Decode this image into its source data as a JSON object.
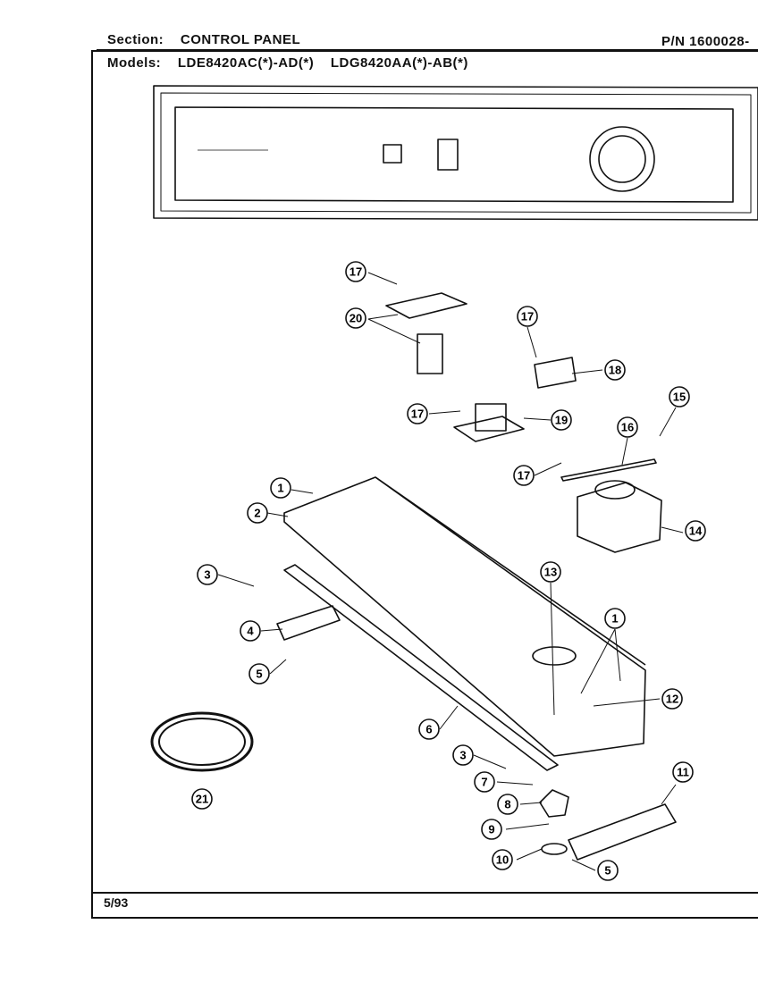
{
  "header": {
    "section_label": "Section:",
    "section_value": "CONTROL PANEL",
    "models_label": "Models:",
    "model_1": "LDE8420AC(*)-AD(*)",
    "model_2": "LDG8420AA(*)-AB(*)",
    "pn": "P/N 1600028-"
  },
  "footer": {
    "date": "5/93"
  },
  "callouts": [
    {
      "id": "c17a",
      "label": "17"
    },
    {
      "id": "c20",
      "label": "20"
    },
    {
      "id": "c17b",
      "label": "17"
    },
    {
      "id": "c18",
      "label": "18"
    },
    {
      "id": "c17c",
      "label": "17"
    },
    {
      "id": "c19",
      "label": "19"
    },
    {
      "id": "c15",
      "label": "15"
    },
    {
      "id": "c16",
      "label": "16"
    },
    {
      "id": "c17d",
      "label": "17"
    },
    {
      "id": "c14",
      "label": "14"
    },
    {
      "id": "c1a",
      "label": "1"
    },
    {
      "id": "c2",
      "label": "2"
    },
    {
      "id": "c3a",
      "label": "3"
    },
    {
      "id": "c13",
      "label": "13"
    },
    {
      "id": "c4",
      "label": "4"
    },
    {
      "id": "c1b",
      "label": "1"
    },
    {
      "id": "c5a",
      "label": "5"
    },
    {
      "id": "c12",
      "label": "12"
    },
    {
      "id": "c6",
      "label": "6"
    },
    {
      "id": "c3b",
      "label": "3"
    },
    {
      "id": "c7",
      "label": "7"
    },
    {
      "id": "c11",
      "label": "11"
    },
    {
      "id": "c8",
      "label": "8"
    },
    {
      "id": "c21",
      "label": "21"
    },
    {
      "id": "c9",
      "label": "9"
    },
    {
      "id": "c10",
      "label": "10"
    },
    {
      "id": "c5b",
      "label": "5"
    }
  ]
}
